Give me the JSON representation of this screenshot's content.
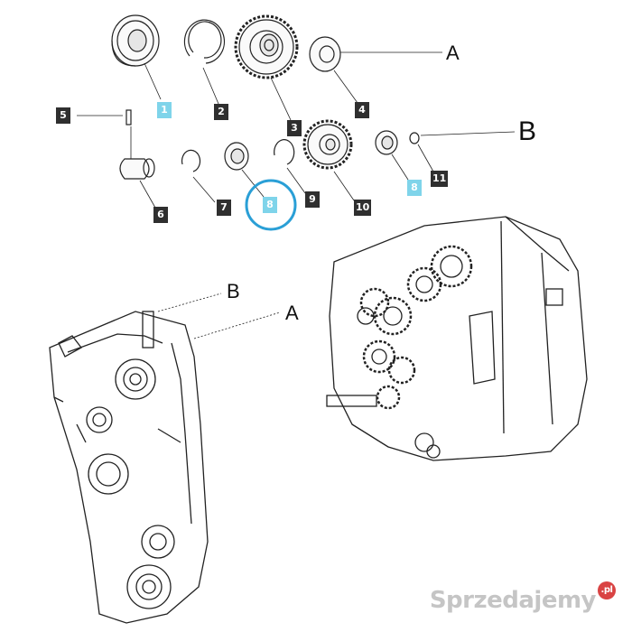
{
  "callouts": [
    {
      "id": "1",
      "highlight": true
    },
    {
      "id": "2",
      "highlight": false
    },
    {
      "id": "3",
      "highlight": false
    },
    {
      "id": "4",
      "highlight": false
    },
    {
      "id": "5",
      "highlight": false
    },
    {
      "id": "6",
      "highlight": false
    },
    {
      "id": "7",
      "highlight": false
    },
    {
      "id": "8",
      "highlight": true
    },
    {
      "id": "9",
      "highlight": false
    },
    {
      "id": "10",
      "highlight": false
    },
    {
      "id": "11",
      "highlight": false
    },
    {
      "id": "8",
      "highlight": true
    }
  ],
  "references": {
    "a_top": "A",
    "b_top": "B",
    "b_housing": "B",
    "a_housing": "A"
  },
  "watermark": {
    "text": "Sprzedajemy",
    "badge": ".pl"
  },
  "colors": {
    "tag_dark": "#2f2f2f",
    "tag_highlight": "#7fd4ea",
    "selection_ring": "#2a9fd6"
  }
}
